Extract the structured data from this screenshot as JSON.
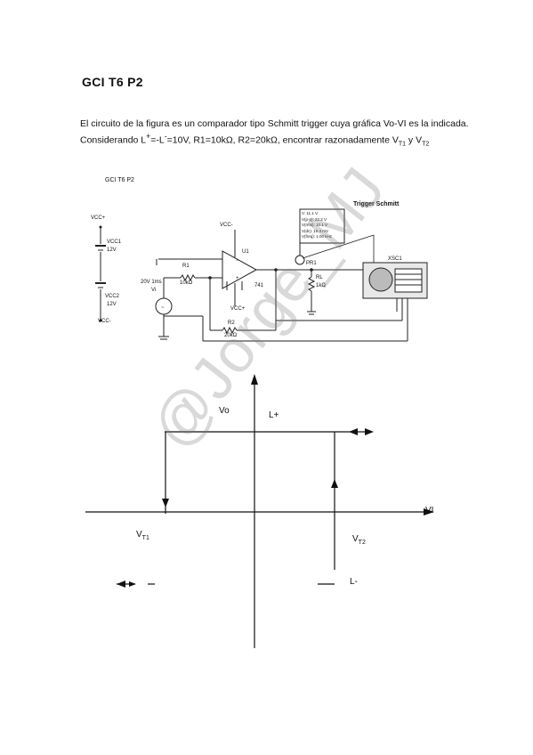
{
  "document": {
    "title": "GCI T6 P2",
    "statement_line1": "El circuito de la figura es un comparador tipo Schmitt trigger cuya gráfica Vo-VI es la indicada.",
    "statement_line2_a": "Considerando L",
    "statement_line2_b": "=-L",
    "statement_line2_c": "=10V, R1=10kΩ, R2=20kΩ, encontrar razonadamente V",
    "statement_line2_d": " y V",
    "sup_plus": "+",
    "sup_minus": "-",
    "sub_t1": "T1",
    "sub_t2": "T2"
  },
  "circuit": {
    "title": "GCI T6 P2",
    "scope_title": "Trigger Schmitt",
    "vcc_plus_top": "VCC+",
    "vcc1": "VCC1",
    "vcc1_value": "12V",
    "vcc2": "VCC2",
    "vcc2_value": "12V",
    "vcc_minus_bottom": "VCC-",
    "vcc_minus_opamp": "VCC-",
    "vcc_plus_opamp": "VCC+",
    "opamp_ref": "U1",
    "opamp_model": "741",
    "r1": "R1",
    "r1_value": "10kΩ",
    "r2": "R2",
    "r2_value": "20kΩ",
    "rl": "RL",
    "rl_value": "1kΩ",
    "source_value": "20V 1ms",
    "source_ref": "Vi",
    "probe_ref": "PR1",
    "scope_ref": "XSC1",
    "probe_readings": [
      "V: 11.1 V",
      "V(p-p): 22.2 V",
      "V(rms): 10.1 V",
      "V(dc): 10.4 mV",
      "V(freq): 1.00 kHz"
    ]
  },
  "graph": {
    "vo_label": "Vo",
    "vi_label": "VI",
    "l_plus": "L+",
    "l_minus": "L-",
    "vt1_main": "V",
    "vt1_sub": "T1",
    "vt2_main": "V",
    "vt2_sub": "T2"
  },
  "watermark": "@Jorge_MJ"
}
